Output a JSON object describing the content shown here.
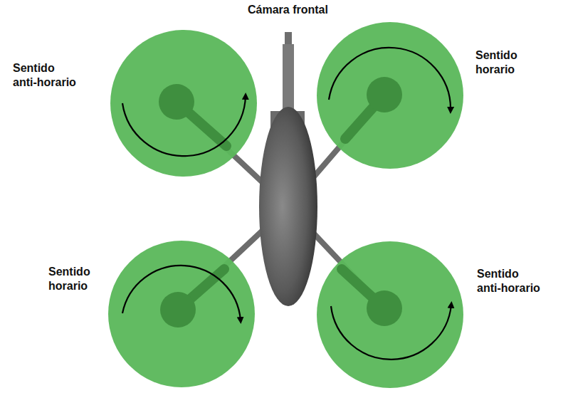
{
  "diagram": {
    "labels": [
      "Cámara frontal",
      "Sentido anti-horario",
      "Sentido horario",
      "Sentido horario",
      "Sentido anti-horario"
    ]
  }
}
